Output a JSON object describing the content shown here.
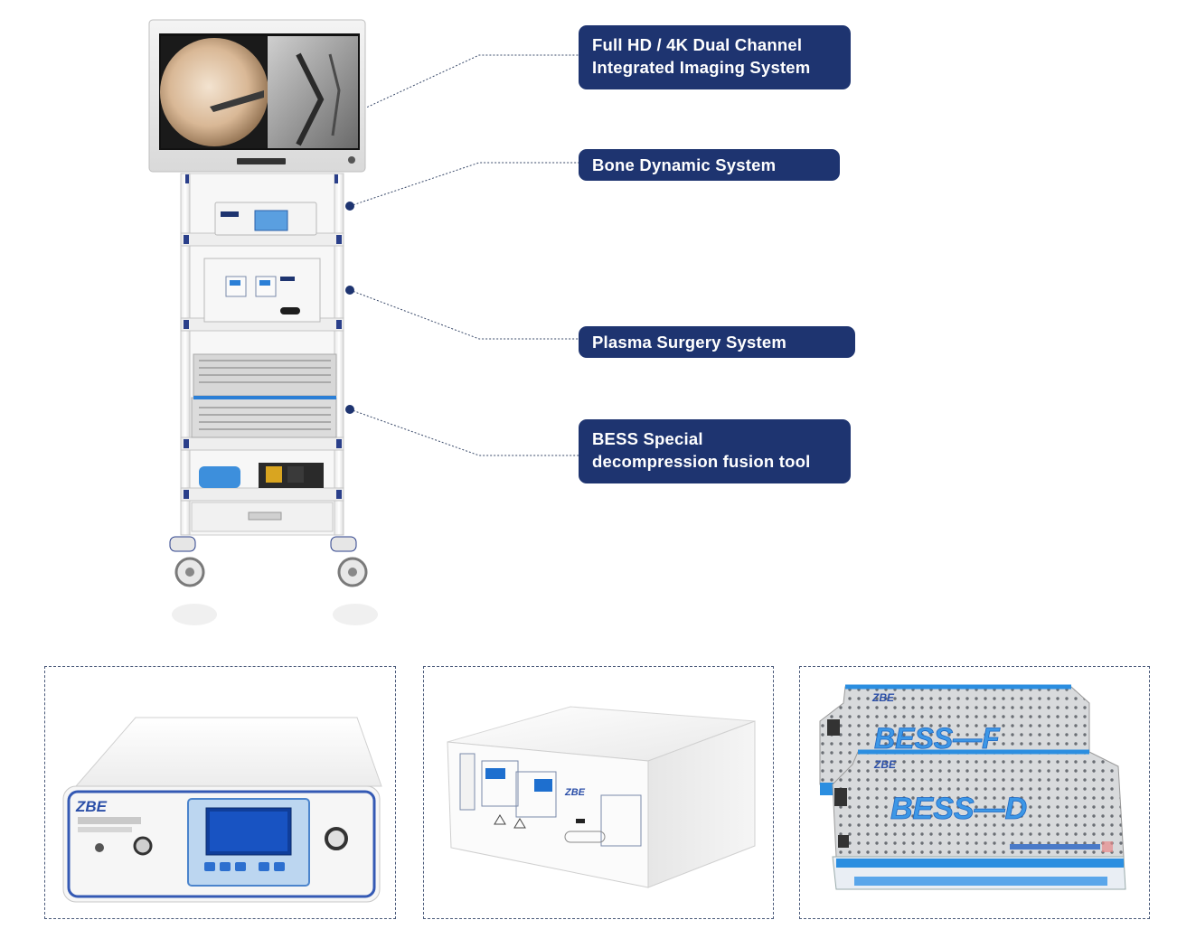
{
  "callouts": [
    {
      "lines": [
        "Full HD / 4K Dual Channel",
        "Integrated Imaging System"
      ]
    },
    {
      "lines": [
        "Bone Dynamic System"
      ]
    },
    {
      "lines": [
        "Plasma Surgery System"
      ]
    },
    {
      "lines": [
        "BESS Special",
        "decompression fusion tool"
      ]
    }
  ],
  "products": {
    "bone_dynamic_brand": "ZBE",
    "bess_f_label": "BESS—F",
    "bess_d_label": "BESS—D",
    "bess_brand": "ZBE"
  },
  "colors": {
    "callout_bg": "#1e3470",
    "accent_blue": "#2b7fd6",
    "dot": "#1e3470"
  }
}
